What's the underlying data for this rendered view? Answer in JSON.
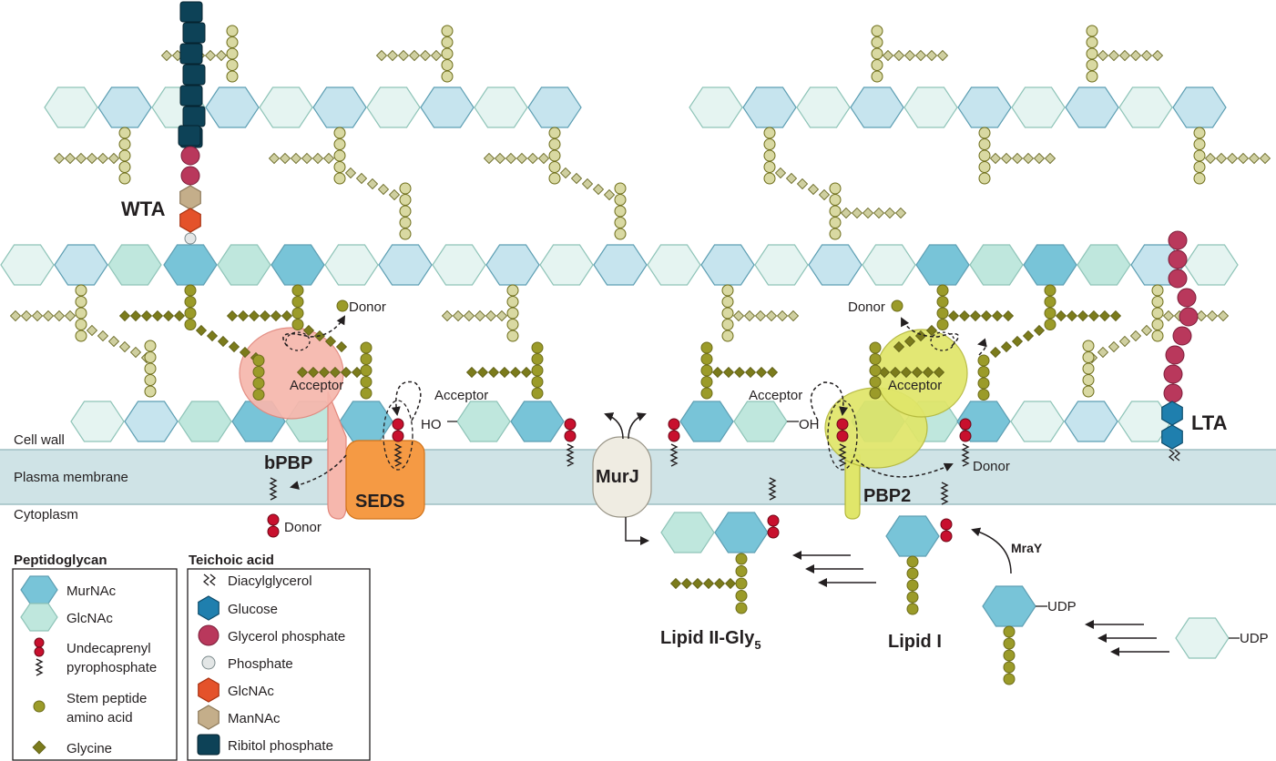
{
  "colors": {
    "murnac": "#78c4d8",
    "murnac_light": "#c6e4ee",
    "glcnac": "#bfe7dd",
    "glcnac_light": "#e5f4f1",
    "stem": "#9b9b29",
    "stem_light": "#d9d9a2",
    "glycine": "#7b7b1c",
    "glycine_light": "#cfcfa0",
    "membrane": "#cfe3e6",
    "glycerol_phosphate": "#b9385c",
    "glucose": "#1f7fae",
    "wta_glcnac": "#e4522a",
    "mannac": "#c4ae8a",
    "ribitol": "#0d4257",
    "phosphate": "#e3e6e6",
    "bpbp": "#f6b7ad",
    "seds": "#f59a44",
    "murj": "#efece2",
    "pbp2": "#e0e66a"
  },
  "layers": {
    "cell_wall": "Cell wall",
    "plasma_membrane": "Plasma membrane",
    "cytoplasm": "Cytoplasm"
  },
  "labels": {
    "wta": "WTA",
    "lta": "LTA",
    "bpbp": "bPBP",
    "seds": "SEDS",
    "murj": "MurJ",
    "pbp2": "PBP2",
    "mray": "MraY",
    "donor": "Donor",
    "acceptor": "Acceptor",
    "ho": "HO",
    "oh": "OH",
    "udp": "UDP",
    "lipid1": "Lipid I",
    "lipid2": "Lipid II-Gly",
    "lipid2_sub": "5"
  },
  "legend": {
    "peptidoglycan_title": "Peptidoglycan",
    "peptidoglycan": [
      {
        "icon": "murnac-icon",
        "label": "MurNAc"
      },
      {
        "icon": "glcnac-icon",
        "label": "GlcNAc"
      },
      {
        "icon": "undecaprenyl-icon",
        "label": "Undecaprenyl pyrophosphate"
      },
      {
        "icon": "stem-peptide-icon",
        "label": "Stem peptide amino acid"
      },
      {
        "icon": "glycine-icon",
        "label": "Glycine"
      }
    ],
    "teichoic_title": "Teichoic acid",
    "teichoic": [
      {
        "icon": "diacylglycerol-icon",
        "label": "Diacylglycerol"
      },
      {
        "icon": "glucose-icon",
        "label": "Glucose"
      },
      {
        "icon": "glycerol-phosphate-icon",
        "label": "Glycerol phosphate"
      },
      {
        "icon": "phosphate-icon",
        "label": "Phosphate"
      },
      {
        "icon": "glcnac-hex-icon",
        "label": "GlcNAc"
      },
      {
        "icon": "mannac-icon",
        "label": "ManNAc"
      },
      {
        "icon": "ribitol-phosphate-icon",
        "label": "Ribitol phosphate"
      }
    ]
  }
}
